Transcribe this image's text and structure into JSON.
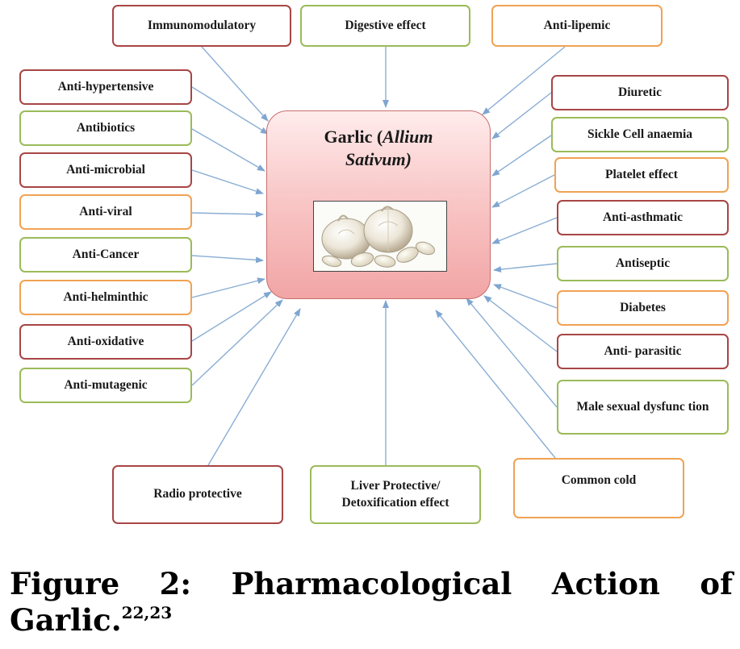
{
  "diagram": {
    "center": {
      "title_plain": "Garlic (",
      "title_italic": "Allium",
      "title_italic2": "Sativum)"
    },
    "colors": {
      "red": "#a84545",
      "green": "#9bbb59",
      "orange": "#f0a253",
      "arrow": "#8aaed4"
    },
    "nodes": [
      {
        "id": "immunomodulatory",
        "label": "Immunomodulatory",
        "color": "red"
      },
      {
        "id": "digestive",
        "label": "Digestive effect",
        "color": "green"
      },
      {
        "id": "antilipemic",
        "label": "Anti-lipemic",
        "color": "orange"
      },
      {
        "id": "antihypertensive",
        "label": "Anti-hypertensive",
        "color": "red"
      },
      {
        "id": "antibiotics",
        "label": "Antibiotics",
        "color": "green"
      },
      {
        "id": "antimicrobial",
        "label": "Anti-microbial",
        "color": "red"
      },
      {
        "id": "antiviral",
        "label": "Anti-viral",
        "color": "orange"
      },
      {
        "id": "anticancer",
        "label": "Anti-Cancer",
        "color": "green"
      },
      {
        "id": "antihelminthic",
        "label": "Anti-helminthic",
        "color": "orange"
      },
      {
        "id": "antioxidative",
        "label": "Anti-oxidative",
        "color": "red"
      },
      {
        "id": "antimutagenic",
        "label": "Anti-mutagenic",
        "color": "green"
      },
      {
        "id": "diuretic",
        "label": "Diuretic",
        "color": "red"
      },
      {
        "id": "sicklecell",
        "label": "Sickle Cell anaemia",
        "color": "green"
      },
      {
        "id": "platelet",
        "label": "Platelet effect",
        "color": "orange"
      },
      {
        "id": "antiasthmatic",
        "label": "Anti-asthmatic",
        "color": "red"
      },
      {
        "id": "antiseptic",
        "label": "Antiseptic",
        "color": "green"
      },
      {
        "id": "diabetes",
        "label": "Diabetes",
        "color": "orange"
      },
      {
        "id": "antiparasitic",
        "label": "Anti- parasitic",
        "color": "red"
      },
      {
        "id": "malesexual",
        "label": "Male sexual dysfunc tion",
        "color": "green"
      },
      {
        "id": "radioprotective",
        "label": "Radio protective",
        "color": "red"
      },
      {
        "id": "liverprotective",
        "label": "Liver Protective/ Detoxification effect",
        "color": "green"
      },
      {
        "id": "commoncold",
        "label": "Common cold",
        "color": "orange"
      }
    ]
  },
  "caption": {
    "w1": "Figure",
    "w2": "2:",
    "w3": "Pharmacological",
    "w4": "Action",
    "w5": "of",
    "w6": "Garlic.",
    "ref": "22,23"
  }
}
